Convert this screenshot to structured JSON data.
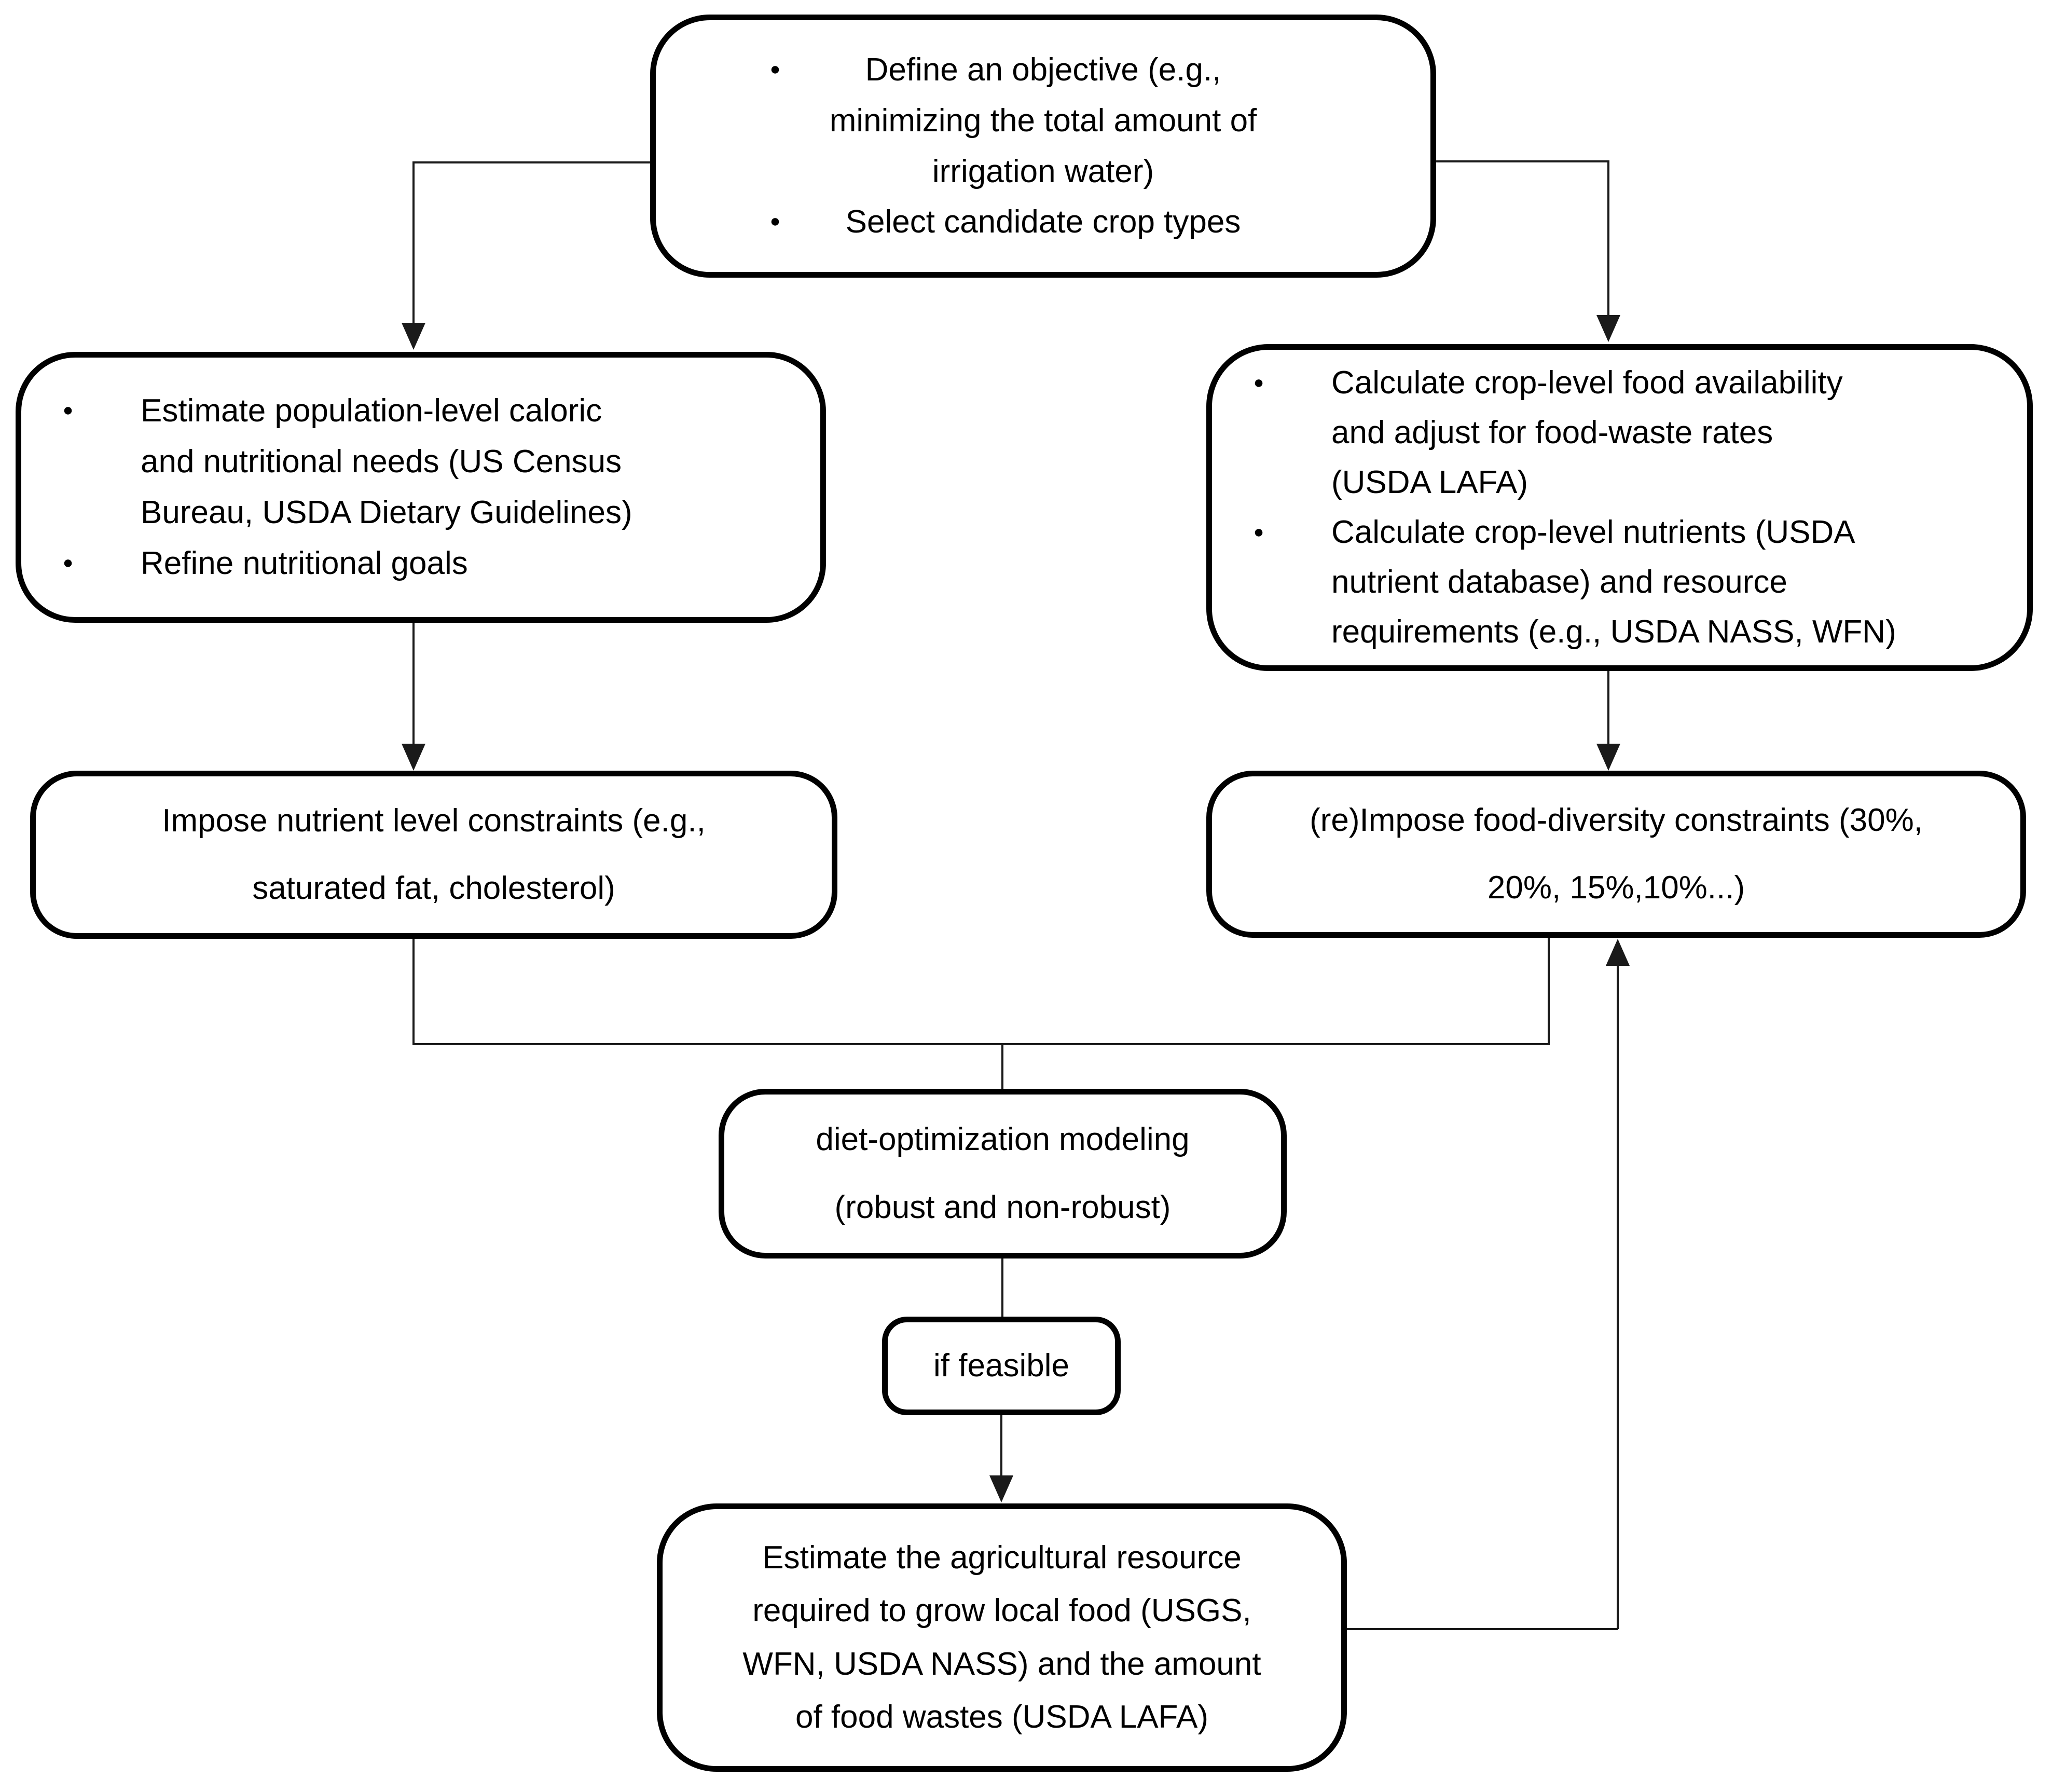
{
  "bullet_glyph": "●",
  "nodes": {
    "objective": {
      "bullets": [
        "Define an objective (e.g.,\nminimizing the total amount of\nirrigation water)",
        "Select candidate crop types"
      ]
    },
    "needs": {
      "bullets": [
        "Estimate population-level caloric\nand nutritional needs (US Census\nBureau, USDA Dietary Guidelines)",
        "Refine nutritional goals"
      ]
    },
    "availability": {
      "bullets": [
        "Calculate crop-level food availability\nand adjust for food-waste rates\n(USDA LAFA)",
        "Calculate crop-level nutrients (USDA\nnutrient database) and resource\nrequirements (e.g., USDA NASS, WFN)"
      ]
    },
    "nutrient_constraints": {
      "text": "Impose nutrient level constraints (e.g.,\nsaturated fat, cholesterol)"
    },
    "diversity_constraints": {
      "text": "(re)Impose food-diversity constraints (30%,\n20%, 15%,10%...)"
    },
    "optimization": {
      "text": "diet-optimization modeling\n(robust and non-robust)"
    },
    "feasible": {
      "text": "if feasible"
    },
    "resources": {
      "text": "Estimate the agricultural resource\nrequired to grow local food (USGS,\nWFN, USDA NASS) and the amount\nof food wastes (USDA LAFA)"
    }
  },
  "colors": {
    "line": "#1a1a1a",
    "border": "#000000",
    "background": "#ffffff",
    "text": "#000000"
  }
}
